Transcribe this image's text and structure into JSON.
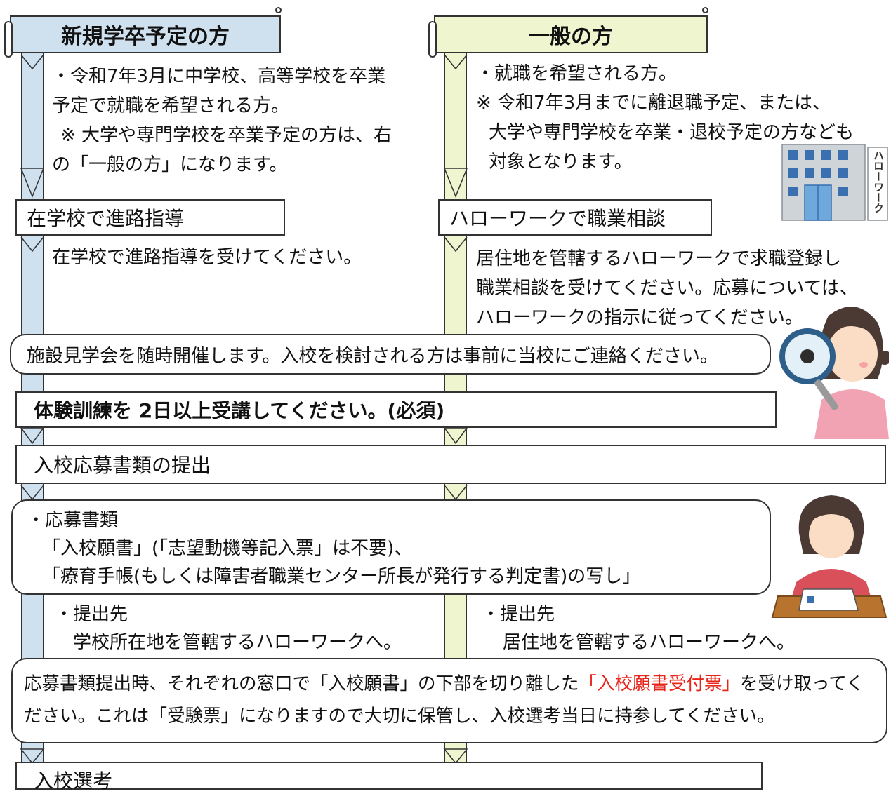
{
  "left_column": {
    "title": "新規学卒予定の方",
    "desc_lines": [
      "・令和7年3月に中学校、高等学校を卒業",
      "予定で就職を希望される方。",
      "※ 大学や専門学校を卒業予定の方は、右",
      "の「一般の方」になります。"
    ],
    "step_title": "在学校で進路指導",
    "step_desc": "在学校で進路指導を受けてください。",
    "submit_to_label": "・提出先",
    "submit_to_value": "学校所在地を管轄するハローワークへ。"
  },
  "right_column": {
    "title": "一般の方",
    "desc_lines": [
      "・就職を希望される方。",
      "※  令和7年3月までに離退職予定、または、",
      "大学や専門学校を卒業・退校予定の方なども",
      "対象となります。"
    ],
    "step_title": "ハローワークで職業相談",
    "step_desc_lines": [
      "居住地を管轄するハローワークで求職登録し",
      "職業相談を受けてください。応募については、",
      "ハローワークの指示に従ってください。"
    ],
    "submit_to_label": "・提出先",
    "submit_to_value": "居住地を管轄するハローワークへ。"
  },
  "shared": {
    "tour_notice": "施設見学会を随時開催します。入校を検討される方は事前に当校にご連絡ください。",
    "trial_training": "体験訓練を 2日以上受講してください。(必須)",
    "application_submit": "入校応募書類の提出",
    "docs_label": "・応募書類",
    "docs_line1": "「入校願書」(「志望動機等記入票」は不要)、",
    "docs_line2": "「療育手帳(もしくは障害者職業センター所長が発行する判定書)の写し」",
    "receipt_part1": "応募書類提出時、それぞれの窓口で「入校願書」の下部を切り離した",
    "receipt_highlight": "「入校願書受付票」",
    "receipt_part2": "を受け取ってく",
    "receipt_line2": "ださい。これは「受験票」になりますので大切に保管し、入校選考当日に持参してください。",
    "final_step": "入校選考"
  },
  "illustrations": {
    "building_sign": "ハローワーク"
  },
  "colors": {
    "left_accent": "#cfe0ee",
    "right_accent": "#eef5cf",
    "highlight_red": "#e8241b"
  }
}
